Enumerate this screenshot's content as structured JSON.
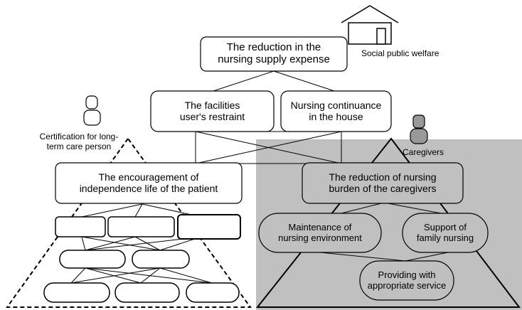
{
  "colors": {
    "shaded_region": "#c0c0c0",
    "stroke": "#000000",
    "box_fill": "#ffffff",
    "person_fill_caregiver": "#999999"
  },
  "labels": {
    "top_goal": "The reduction in the\nnursing supply expense",
    "social_welfare": "Social public welfare",
    "facilities_restraint": "The facilities\nuser's restraint",
    "house_continuance": "Nursing continuance\nin the house",
    "certification": "Certification for long-\nterm care person",
    "caregivers": "Caregivers",
    "encouragement": "The encouragement of\nindependence life of the patient",
    "reduction_burden": "The reduction of nursing\nburden of the caregivers",
    "maintenance": "Maintenance of\nnursing environment",
    "support_family": "Support of\nfamily nursing",
    "providing_service": "Providing with\nappropriate service"
  },
  "icons": {
    "house": "house-icon",
    "patient_person": "person-icon",
    "caregiver_person": "person-icon"
  }
}
